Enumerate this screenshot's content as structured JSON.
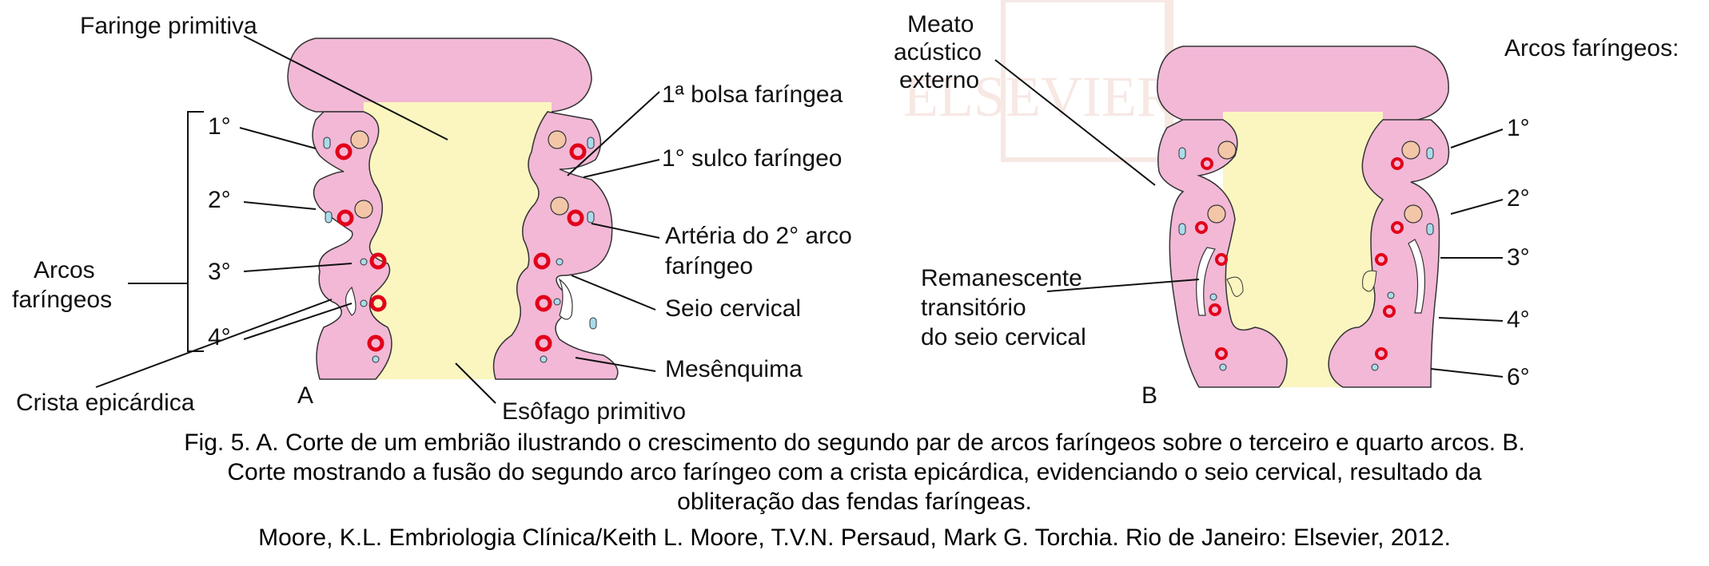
{
  "panel_a": {
    "label": "A",
    "labels": {
      "faringe_primitiva": "Faringe primitiva",
      "bolsa": "1ª bolsa faríngea",
      "sulco": "1° sulco faríngeo",
      "arteria_1": "Artéria do 2° arco",
      "arteria_2": "faríngeo",
      "seio": "Seio cervical",
      "mesenquima": "Mesênquima",
      "esofago": "Esôfago primitivo",
      "crista": "Crista epicárdica",
      "arcos_1": "Arcos",
      "arcos_2": "faríngeos",
      "n1": "1°",
      "n2": "2°",
      "n3": "3°",
      "n4": "4°"
    }
  },
  "panel_b": {
    "label": "B",
    "labels": {
      "meato_1": "Meato",
      "meato_2": "acústico",
      "meato_3": "externo",
      "arcos": "Arcos faríngeos:",
      "rem_1": "Remanescente",
      "rem_2": "transitório",
      "rem_3": "do seio cervical",
      "n1": "1°",
      "n2": "2°",
      "n3": "3°",
      "n4": "4°",
      "n6": "6°"
    }
  },
  "watermark": "ELSEVIER",
  "caption": {
    "line1": "Fig. 5. A. Corte de um embrião ilustrando o crescimento do segundo par de arcos faríngeos sobre o terceiro e quarto arcos. B.",
    "line2": "Corte mostrando a fusão do segundo arco faríngeo com a crista epicárdica, evidenciando o seio cervical, resultado da",
    "line3": "obliteração das fendas faríngeas."
  },
  "reference": "Moore, K.L. Embriologia Clínica/Keith L. Moore, T.V.N. Persaud, Mark G. Torchia. Rio de Janeiro: Elsevier, 2012.",
  "colors": {
    "tissue_pink": "#f2b8d6",
    "pharynx_yellow": "#fbf6c0",
    "nerve_peach": "#f3c6a8",
    "vessel_red": "#e2001a",
    "vein_blue": "#a9dcec",
    "watermark": "#f2d6cf"
  }
}
